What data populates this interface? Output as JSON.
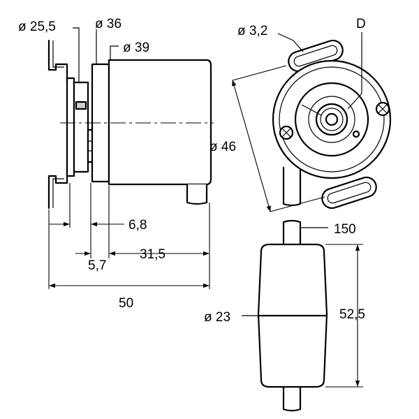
{
  "labels": {
    "dia_25_5": "ø 25,5",
    "dia_36": "ø 36",
    "dia_39": "ø 39",
    "dia_3_2": "ø 3,2",
    "d": "D",
    "dia_46": "ø 46",
    "dim_6_8": "6,8",
    "dim_5_7": "5,7",
    "dim_31_5": "31,5",
    "dim_50": "50",
    "dim_150": "150",
    "dia_23": "ø 23",
    "dim_52_5": "52,5"
  }
}
